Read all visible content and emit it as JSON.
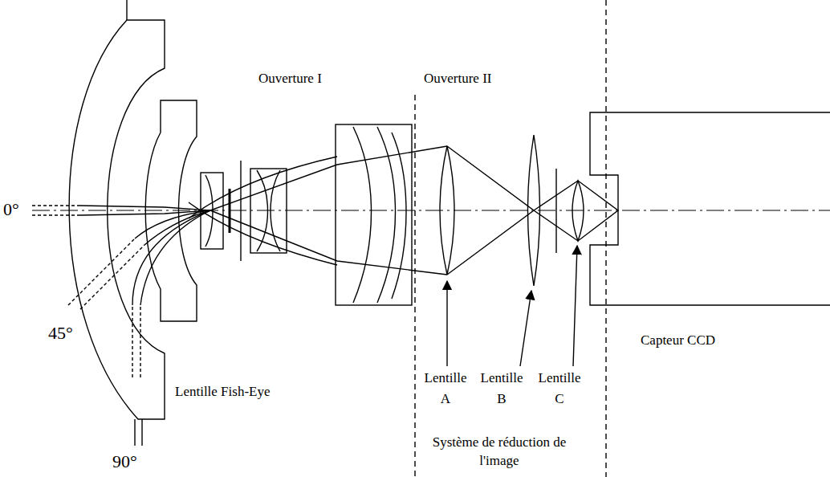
{
  "diagram": {
    "labels": [
      "0°",
      "45°",
      "90°",
      "Lentille Fish-Eye",
      "Ouverture I",
      "Ouverture II",
      "Lentille A",
      "Lentille B",
      "Lentille C",
      "Capteur CCD",
      "Système de réduction de l'image"
    ]
  }
}
